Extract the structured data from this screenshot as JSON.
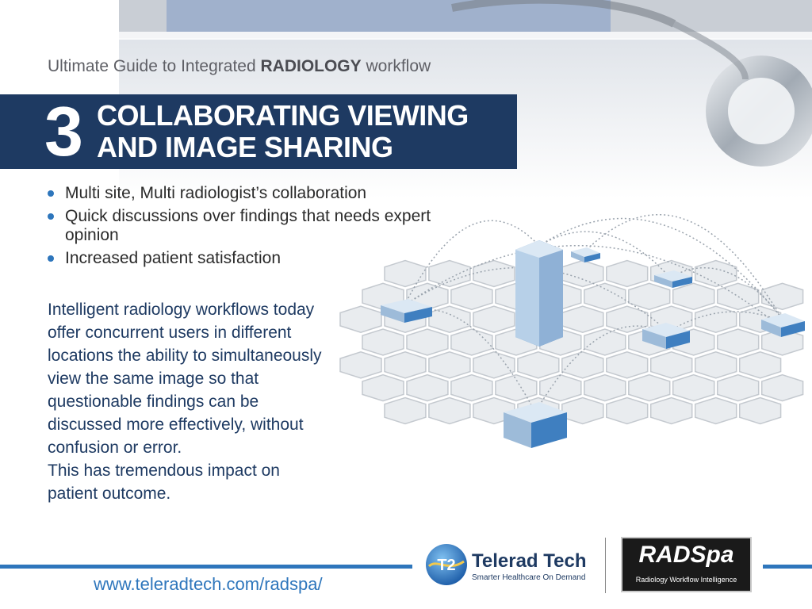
{
  "header": {
    "subtitle_prefix": "Ultimate Guide to Integrated ",
    "subtitle_bold": "RADIOLOGY",
    "subtitle_suffix": " workflow"
  },
  "section": {
    "number": "3",
    "title_line1": "COLLABORATING VIEWING",
    "title_line2": "AND IMAGE SHARING"
  },
  "bullets": [
    "Multi site, Multi radiologist’s collaboration",
    "Quick discussions over findings that needs expert opinion",
    "Increased patient satisfaction"
  ],
  "paragraphs": [
    "Intelligent radiology workflows today offer concurrent users in different locations the ability to simultaneously view the same image so that questionable findings can be discussed more effectively, without confusion or error.",
    "This has tremendous impact on patient outcome."
  ],
  "footer": {
    "url": "www.teleradtech.com/radspa/",
    "telerad_name": "Telerad Tech",
    "telerad_tagline": "Smarter Healthcare On Demand",
    "telerad_logo_text": "T2",
    "radspa_name": "RADSpa",
    "radspa_tagline": "Radiology Workflow Intelligence"
  },
  "colors": {
    "banner": "#1e3a62",
    "accent": "#2e76bc",
    "body_text": "#1e3a62"
  }
}
